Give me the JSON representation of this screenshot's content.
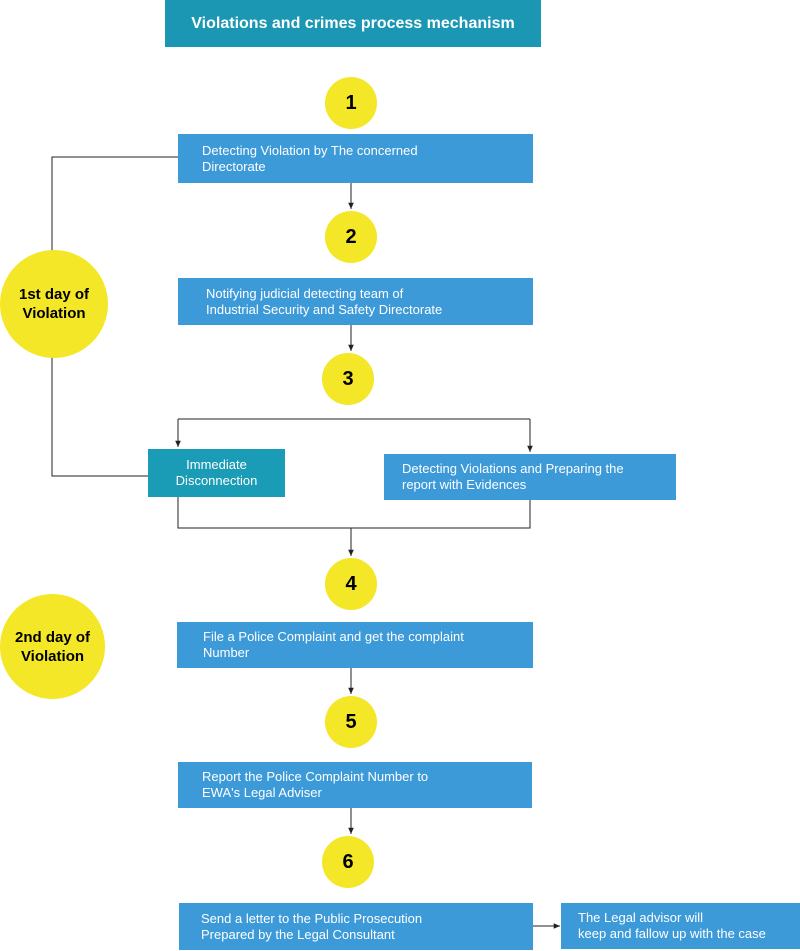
{
  "title": "Violations and crimes process mechanism",
  "steps": [
    "1",
    "2",
    "3",
    "4",
    "5",
    "6"
  ],
  "days": {
    "first": "1st day of\nViolation",
    "second": "2nd day of\nViolation"
  },
  "boxes": {
    "detecting": "Detecting Violation by The concerned\nDirectorate",
    "notifying": "Notifying judicial detecting team of\nIndustrial Security and Safety Directorate",
    "disconnection": "Immediate\nDisconnection",
    "report": "Detecting Violations and Preparing the\nreport with Evidences",
    "police": "File a Police Complaint and get the complaint\nNumber",
    "legal": "Report the Police Complaint Number to\nEWA's Legal Adviser",
    "letter": "Send a letter to the Public Prosecution\nPrepared by the Legal Consultant",
    "followup": "The Legal advisor will\nkeep and fallow up with the case"
  },
  "colors": {
    "title_bg": "#1b97b4",
    "box_blue": "#3c9ad9",
    "box_teal": "#1a9bb6",
    "circle_yellow": "#f3e727"
  }
}
